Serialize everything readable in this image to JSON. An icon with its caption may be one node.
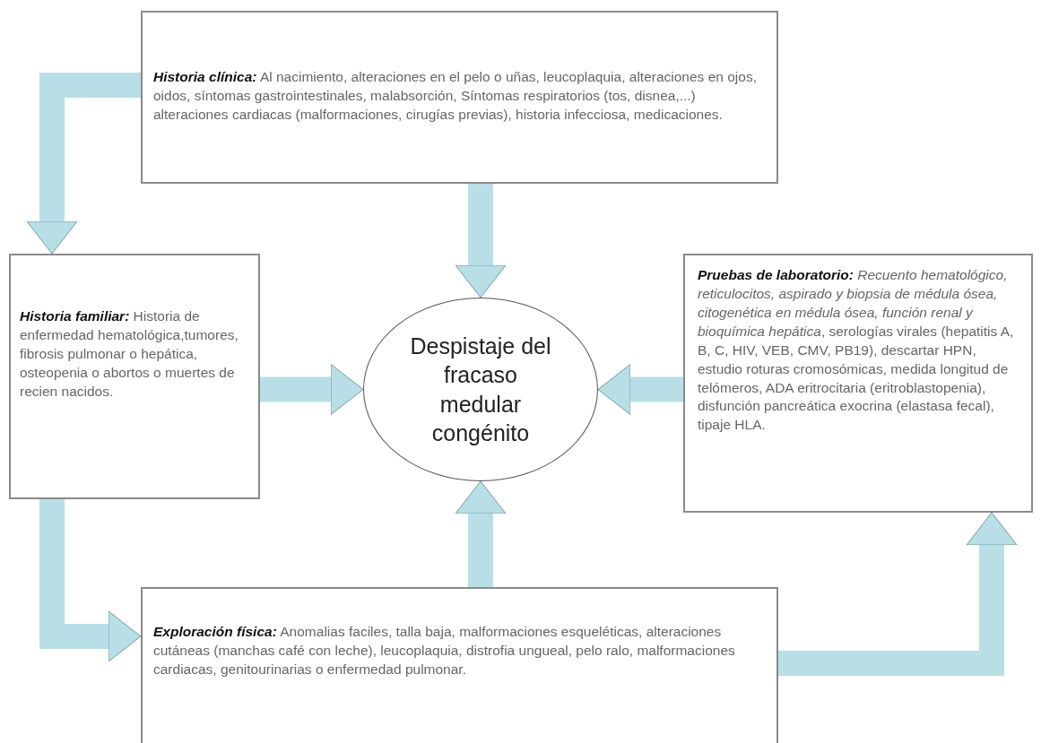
{
  "diagram": {
    "nodes": [
      {
        "text": [
          "Historia clínica:",
          "Al nacimiento, alteraciones en el pelo o uñas, leucoplaquia, alteraciones en ojos, oidos, síntomas gastrointestinales, malabsorción, Síntomas respiratorios (tos, disnea,...) alteraciones cardiacas (malformaciones, cirugías previas), historia infecciosa, medicaciones."
        ]
      },
      {
        "text": [
          "Historia familiar:",
          "Historia de enfermedad hematológica,tumores, fibrosis pulmonar o hepática, osteopenia o abortos o muertes de recien nacidos."
        ]
      },
      {
        "text": [
          "Despistaje del fracaso medular congénito"
        ]
      },
      {
        "text": [
          "Pruebas de laboratorio:",
          "*Recuento hematológico, reticulocitos, aspirado y biopsia de médula ósea, citogenética en médula ósea, función renal y bioquímica hepática*, serologías virales (hepatitis A, B, C, HIV, VEB, CMV, PB19), descartar HPN, estudio roturas cromosómicas, medida longitud de telómeros, ADA eritrocitaria (eritroblastopenia), disfunción pancreática exocrina (elastasa fecal), tipaje HLA."
        ]
      },
      {
        "text": [
          "Exploración física:",
          "Anomalias faciles, talla baja, malformaciones esqueléticas, alteraciones cutáneas (manchas café con leche), leucoplaquia, distrofia ungueal, pelo ralo, malformaciones cardiacas, genitourinarias o enfermedad pulmonar."
        ]
      }
    ],
    "edges": [
      {
        "from": 0,
        "to": 2,
        "arrow": "to"
      },
      {
        "from": 1,
        "to": 2,
        "arrow": "to"
      },
      {
        "from": 3,
        "to": 2,
        "arrow": "to"
      },
      {
        "from": 4,
        "to": 2,
        "arrow": "to"
      },
      {
        "from": 0,
        "to": 1,
        "arrow": "to"
      },
      {
        "from": 1,
        "to": 4,
        "arrow": "to"
      },
      {
        "from": 4,
        "to": 3,
        "arrow": "to"
      }
    ]
  }
}
